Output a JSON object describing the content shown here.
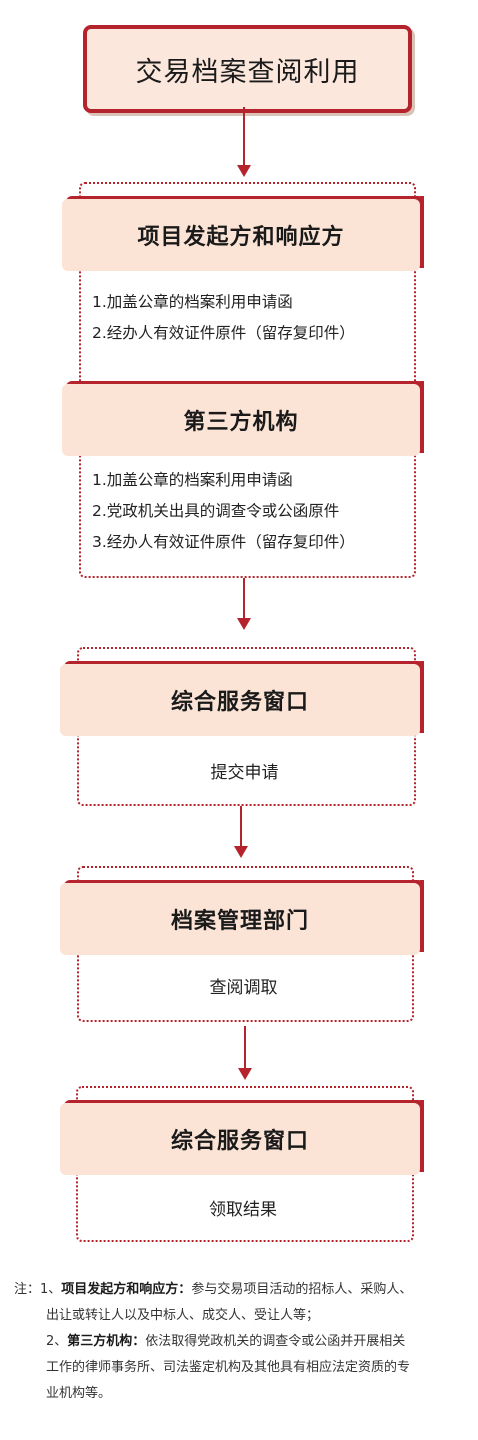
{
  "title": "交易档案查阅利用",
  "groups": [
    {
      "stages": [
        {
          "name": "项目发起方和响应方",
          "items": [
            "1.加盖公章的档案利用申请函",
            "2.经办人有效证件原件（留存复印件）"
          ]
        },
        {
          "name": "第三方机构",
          "items": [
            "1.加盖公章的档案利用申请函",
            "2.党政机关出具的调查令或公函原件",
            "3.经办人有效证件原件（留存复印件）"
          ]
        }
      ]
    },
    {
      "stage": "综合服务窗口",
      "step": "提交申请"
    },
    {
      "stage": "档案管理部门",
      "step": "查阅调取"
    },
    {
      "stage": "综合服务窗口",
      "step": "领取结果"
    }
  ],
  "notes": {
    "prefix": "注：",
    "items": [
      {
        "num": "1、",
        "term": "项目发起方和响应方：",
        "lines": [
          "参与交易项目活动的招标人、采购人、",
          "出让或转让人以及中标人、成交人、受让人等；"
        ]
      },
      {
        "num": "2、",
        "term": "第三方机构：",
        "lines": [
          "依法取得党政机关的调查令或公函并开展相关",
          "工作的律师事务所、司法鉴定机构及其他具有相应法定资质的专",
          "业机构等。"
        ]
      }
    ]
  },
  "colors": {
    "accent": "#b5232c",
    "header_fill": "#fbe4d6"
  }
}
